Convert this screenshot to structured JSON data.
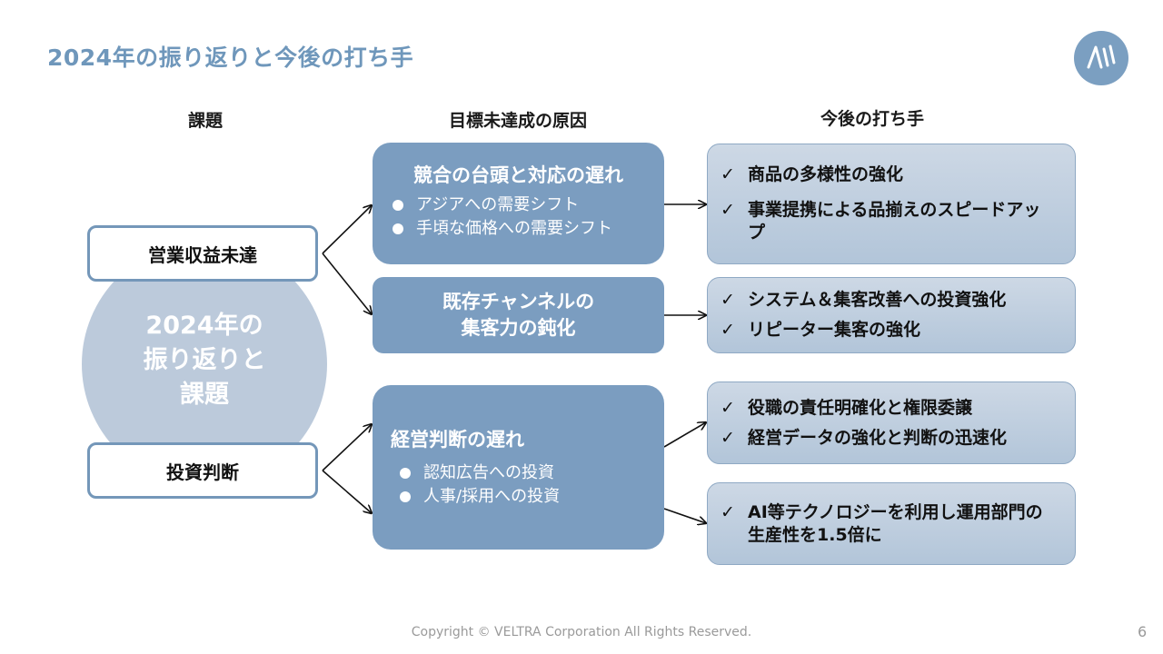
{
  "slide": {
    "title": "2024年の振り返りと今後の打ち手",
    "footer": "Copyright © VELTRA Corporation All Rights Reserved.",
    "page_number": "6"
  },
  "headers": {
    "issues": "課題",
    "causes": "目標未達成の原因",
    "actions": "今後の打ち手"
  },
  "center_circle": {
    "line1": "2024年の",
    "line2": "振り返りと",
    "line3": "課題"
  },
  "issues": [
    {
      "label": "営業収益未達"
    },
    {
      "label": "投資判断"
    }
  ],
  "causes": [
    {
      "title": "競合の台頭と対応の遅れ",
      "bullets": [
        "アジアへの需要シフト",
        "手頃な価格への需要シフト"
      ]
    },
    {
      "title_line1": "既存チャンネルの",
      "title_line2": "集客力の鈍化"
    },
    {
      "title": "経営判断の遅れ",
      "bullets": [
        "認知広告への投資",
        "人事/採用への投資"
      ]
    }
  ],
  "actions": [
    {
      "items": [
        "商品の多様性の強化",
        "事業提携による品揃えのスピードアップ"
      ]
    },
    {
      "items": [
        "システム＆集客改善への投資強化",
        "リピーター集客の強化"
      ]
    },
    {
      "items": [
        "役職の責任明確化と権限委譲",
        "経営データの強化と判断の迅速化"
      ]
    },
    {
      "items": [
        "AI等テクノロジーを利用し運用部門の生産性を1.5倍に"
      ]
    }
  ],
  "check_mark": "✓",
  "colors": {
    "title": "#6f97bb",
    "cause_box": "#7b9dc0",
    "issue_border": "#7497b9",
    "circle": "#bccadb"
  }
}
